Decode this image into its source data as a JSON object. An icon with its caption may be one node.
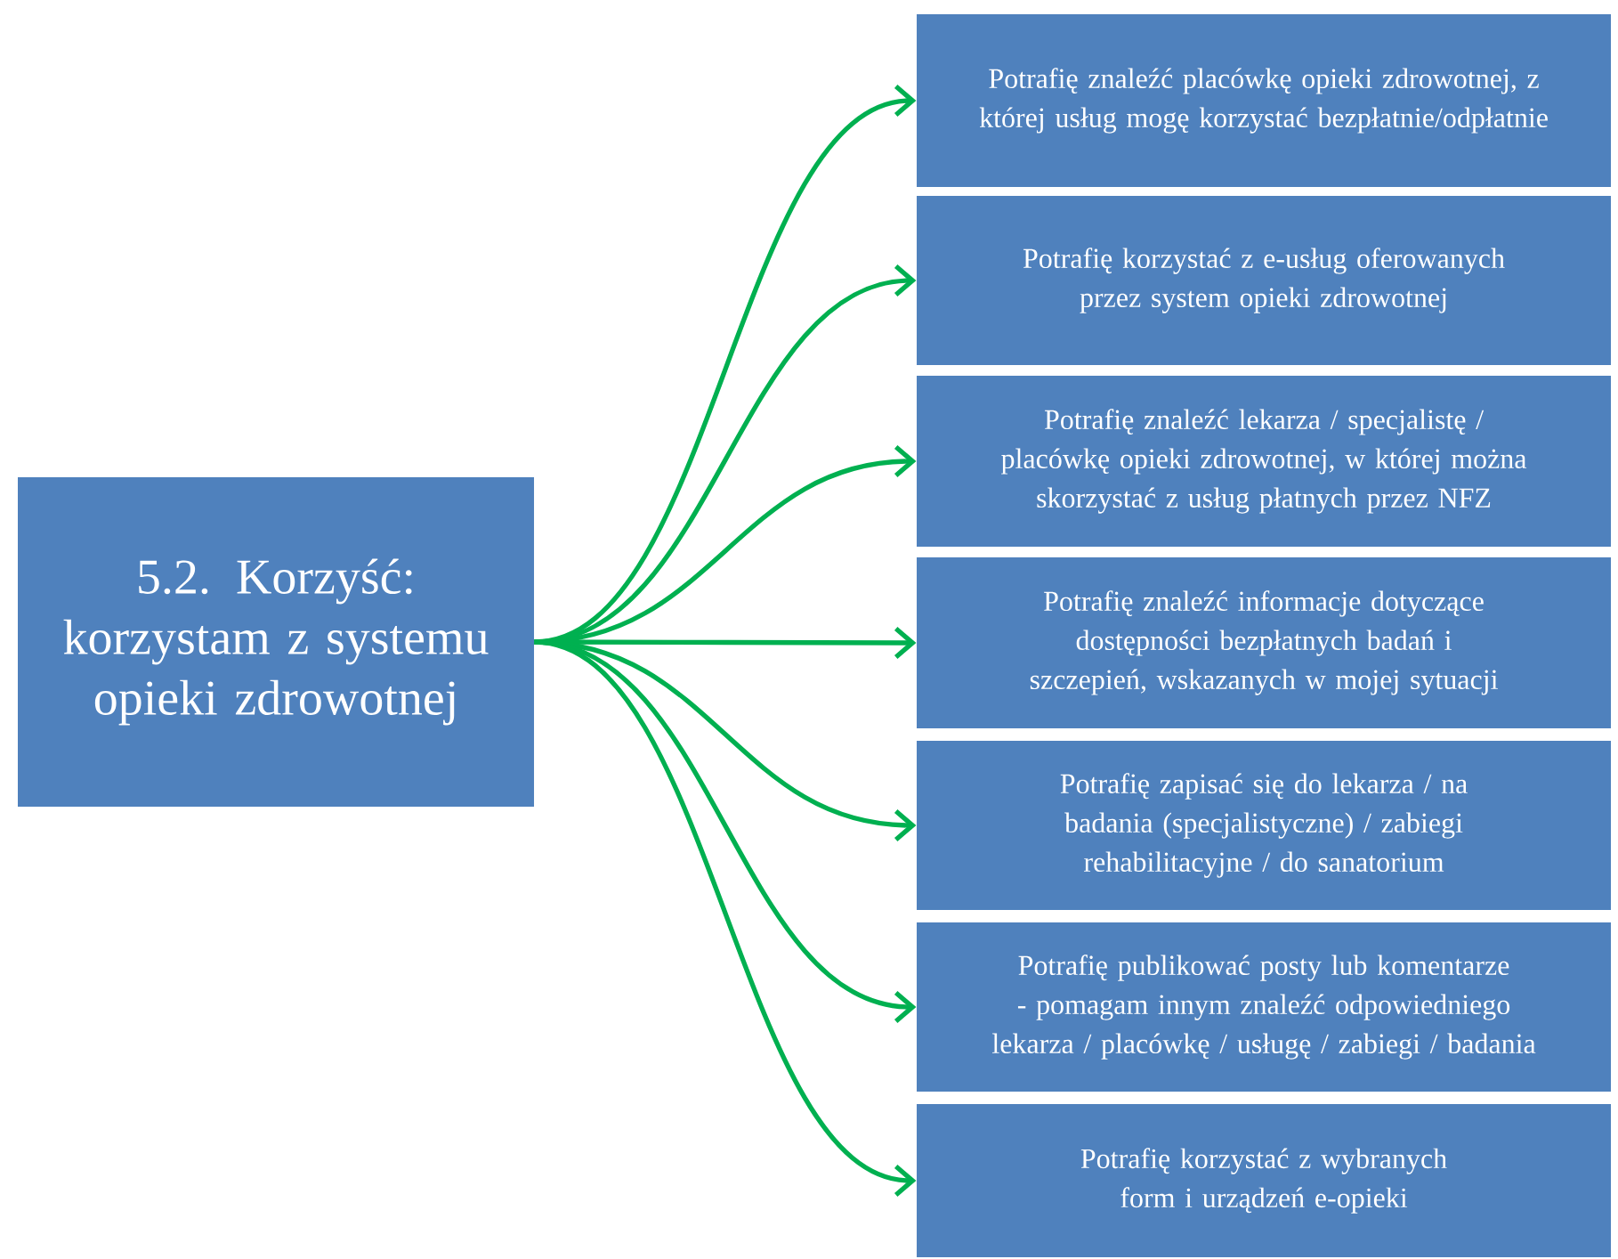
{
  "diagram": {
    "nodes": [
      {
        "text": [
          "5.2. Korzyść: korzystam z systemu opieki zdrowotnej"
        ]
      },
      {
        "text": [
          "Potrafię znaleźć placówkę opieki zdrowotnej, z której usług mogę korzystać bezpłatnie/odpłatnie"
        ]
      },
      {
        "text": [
          "Potrafię korzystać z e-usług oferowanych przez system opieki zdrowotnej"
        ]
      },
      {
        "text": [
          "Potrafię znaleźć lekarza / specjalistę / placówkę opieki zdrowotnej, w której można skorzystać z usług płatnych przez NFZ"
        ]
      },
      {
        "text": [
          "Potrafię znaleźć informacje dotyczące dostępności bezpłatnych badań i szczepień, wskazanych w mojej sytuacji"
        ]
      },
      {
        "text": [
          "Potrafię zapisać się do lekarza / na badania (specjalistyczne) / zabiegi rehabilitacyjne / do sanatorium"
        ]
      },
      {
        "text": [
          "Potrafię publikować posty lub komentarze - pomagam innym znaleźć odpowiedniego lekarza / placówkę / usługę / zabiegi / badania"
        ]
      },
      {
        "text": [
          "Potrafię korzystać z wybranych form i urządzeń e-opieki"
        ]
      }
    ],
    "edges": [
      {
        "from": 0,
        "to": 1,
        "arrow": "to"
      },
      {
        "from": 0,
        "to": 2,
        "arrow": "to"
      },
      {
        "from": 0,
        "to": 3,
        "arrow": "to"
      },
      {
        "from": 0,
        "to": 4,
        "arrow": "to"
      },
      {
        "from": 0,
        "to": 5,
        "arrow": "to"
      },
      {
        "from": 0,
        "to": 6,
        "arrow": "to"
      },
      {
        "from": 0,
        "to": 7,
        "arrow": "to"
      }
    ]
  }
}
